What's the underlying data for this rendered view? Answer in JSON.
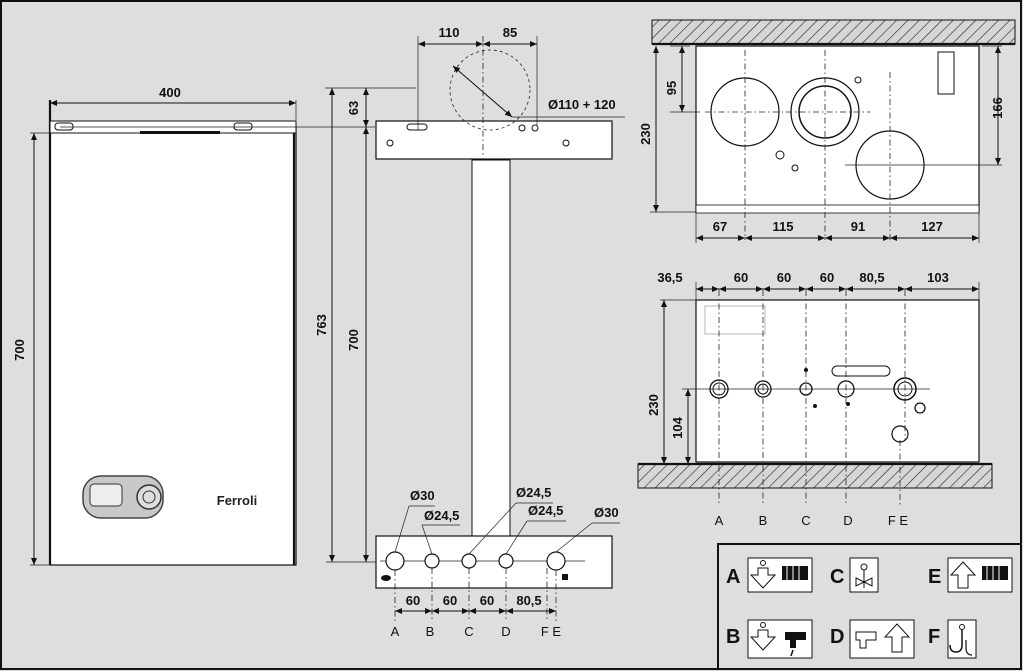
{
  "front_view": {
    "width_dim": "400",
    "height_dim": "700",
    "brand": "Ferroli"
  },
  "side_view": {
    "dim_110": "110",
    "dim_85": "85",
    "flue_dim": "Ø110 + 120",
    "dim_63": "63",
    "dim_763": "763",
    "dim_700": "700",
    "conn_labels": [
      "Ø30",
      "Ø24,5",
      "Ø24,5",
      "Ø24,5",
      "Ø30"
    ],
    "bottom_dims": [
      "60",
      "60",
      "60",
      "80,5"
    ],
    "letters": [
      "A",
      "B",
      "C",
      "D",
      "F E"
    ]
  },
  "top_view": {
    "dim_95": "95",
    "dim_230": "230",
    "dim_166": "166",
    "bottom_dims": [
      "67",
      "115",
      "91",
      "127"
    ]
  },
  "bottom_view": {
    "top_dims": [
      "36,5",
      "60",
      "60",
      "60",
      "80,5",
      "103"
    ],
    "dim_230": "230",
    "dim_104": "104",
    "letters": [
      "A",
      "B",
      "C",
      "D",
      "F E"
    ]
  },
  "legend": {
    "items": [
      {
        "letter": "A",
        "icon": "heating-flow-icon"
      },
      {
        "letter": "C",
        "icon": "gas-tap-icon"
      },
      {
        "letter": "E",
        "icon": "heating-return-icon"
      },
      {
        "letter": "B",
        "icon": "hot-water-outlet-icon"
      },
      {
        "letter": "D",
        "icon": "cold-water-inlet-icon"
      },
      {
        "letter": "F",
        "icon": "safety-drain-icon"
      }
    ]
  }
}
